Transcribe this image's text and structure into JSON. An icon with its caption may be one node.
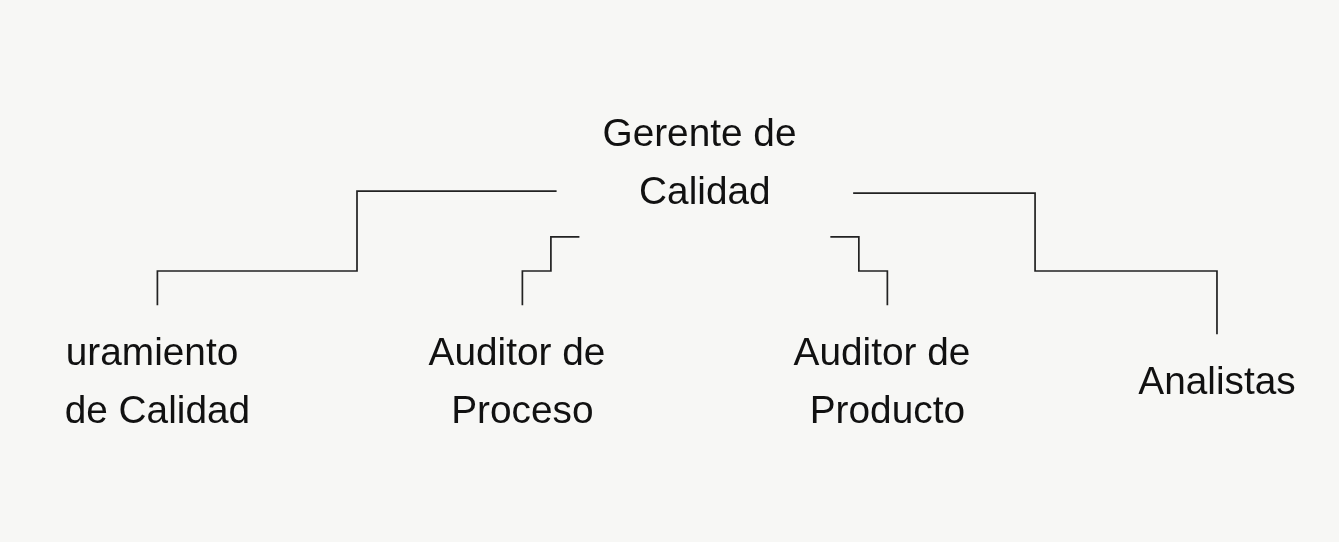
{
  "diagram": {
    "nodes": [
      {
        "text": [
          "Gerente de Calidad"
        ]
      },
      {
        "text": [
          "uramiento de Calidad"
        ]
      },
      {
        "text": [
          "Auditor de Proceso"
        ]
      },
      {
        "text": [
          "Auditor de Producto"
        ]
      },
      {
        "text": [
          "Analistas"
        ]
      }
    ],
    "edges": [
      {
        "from": 0,
        "to": 1,
        "arrow": "none"
      },
      {
        "from": 0,
        "to": 2,
        "arrow": "none"
      },
      {
        "from": 0,
        "to": 3,
        "arrow": "none"
      },
      {
        "from": 0,
        "to": 4,
        "arrow": "none"
      }
    ]
  }
}
